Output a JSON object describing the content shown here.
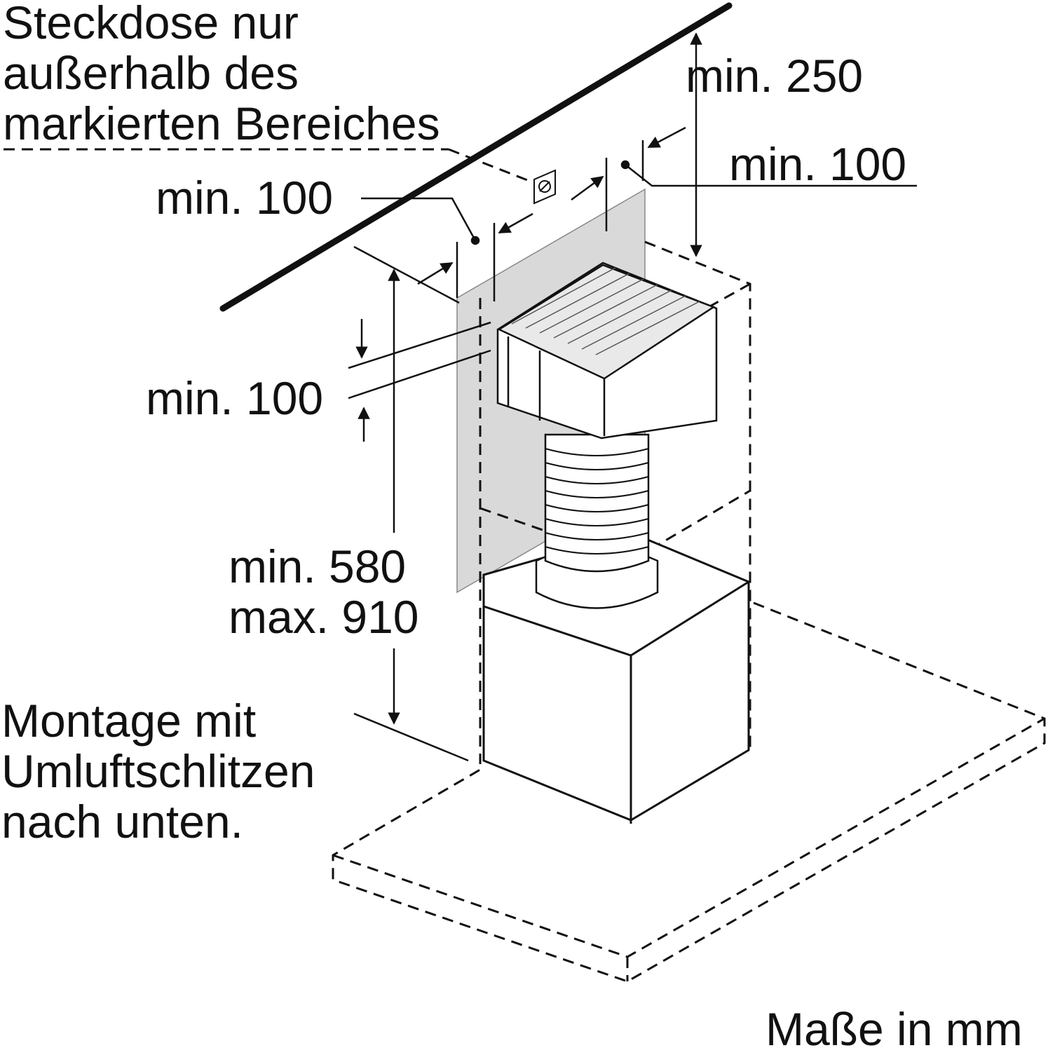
{
  "labels": {
    "socket_note": [
      "Steckdose nur",
      "außerhalb des",
      "markierten Bereiches"
    ],
    "min_250": "min. 250",
    "min_100_right": "min. 100",
    "min_100_left": "min. 100",
    "min_100_vertical": "min. 100",
    "height_range": [
      "min. 580",
      "max. 910"
    ],
    "mounting_note": [
      "Montage mit",
      "Umluftschlitzen",
      "nach unten."
    ],
    "units_note": "Maße in mm"
  },
  "colors": {
    "line": "#111111",
    "shaded_zone": "#d9d9d9",
    "background": "#ffffff"
  }
}
